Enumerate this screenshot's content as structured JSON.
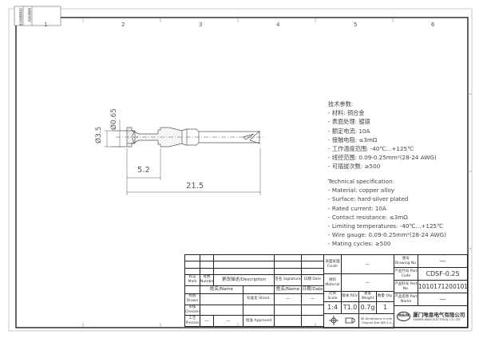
{
  "margin_labels": {
    "cell1": "旧底图总号",
    "cell2": "底图总号"
  },
  "column_numbers": [
    "1",
    "2",
    "3",
    "4",
    "5",
    "6"
  ],
  "dimensions": {
    "d_small": "Ø0.65",
    "d_large": "Ø3.5",
    "len_short": "5.2",
    "len_total": "21.5"
  },
  "spec_cn": {
    "title": "技术参数:",
    "lines": [
      "- 材料: 铜合金",
      "- 表面处理: 镀银",
      "- 额定电流: 10A",
      "- 接触电阻: ≤3mΩ",
      "- 工作温度范围: -40℃...+125℃",
      "- 线径范围: 0.09-0.25mm²(28-24 AWG)",
      "- 可插拔次数: ≥500"
    ]
  },
  "spec_en": {
    "title": "Technical specification:",
    "lines": [
      "- Material: copper alloy",
      "- Surface: hard-silver plated",
      "- Rated current: 10A",
      "- Contact resistance: ≤3mΩ",
      "- Limiting temperatures: -40℃...+125℃",
      "- Wire gauge: 0.09-0.25mm²(28-24 AWG)",
      "- Mating cycles: ≥500"
    ]
  },
  "title_block": {
    "mark": "标记 Mark",
    "number": "处数 Number",
    "description": "更改描述/Description",
    "signature": "签名 Signature",
    "date": "日期 Date",
    "name": "姓名/Name",
    "date2": "日期/Date",
    "drawn": "绘图 Drawn",
    "checked": "审核 Checked",
    "process": "工艺 Process",
    "stand": "标准化 Stand.",
    "approved": "批准 Approved",
    "dash": "—",
    "finish_label": "表面处理 Finish",
    "finish_value": "—",
    "material_label": "材料 Material",
    "material_value": "—",
    "scale_label": "比例 Scale",
    "rev_label": "版本 REV.",
    "weight_label": "重量 Weight",
    "qty_label": "数量 Qty.",
    "scale": "1:4",
    "rev": "T1.0",
    "weight": "0.7g",
    "qty": "1",
    "dim_note": "All Dimensions in mm Original Size DIN A 4",
    "drawing_no_label": "图号 Drawing No.",
    "drawing_no": "—",
    "part_code_label": "产品代号 Part Code",
    "part_code": "CDSF-0.25",
    "part_no_label": "产品料号 Port No.",
    "part_no": "1010171200101",
    "part_name_label": "产品名称 Part Name",
    "part_name": "—",
    "logo": "WAIN",
    "company_cn": "厦门唯恩电气有限公司",
    "company_en": "XIAMEN WAIN ELECTRICAL CO.,LTD"
  }
}
